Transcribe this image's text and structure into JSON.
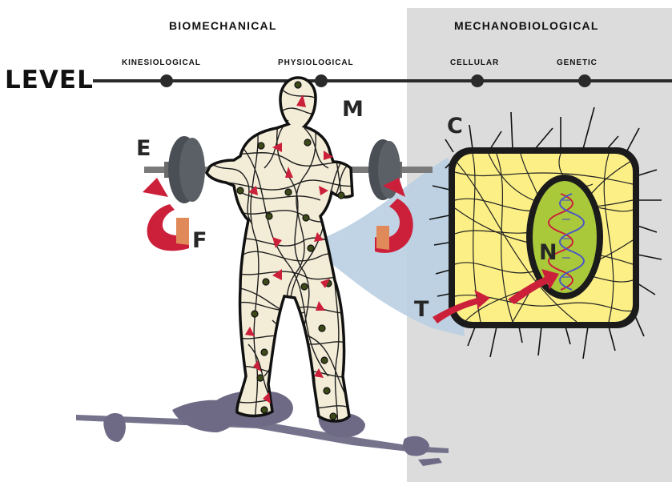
{
  "header": {
    "left_title": "BIOMECHANICAL",
    "right_title": "MECHANOBIOLOGICAL"
  },
  "axis": {
    "label": "LEVEL",
    "stops": [
      "KINESIOLOGICAL",
      "PHYSIOLOGICAL",
      "CELLULAR",
      "GENETIC"
    ]
  },
  "markers": {
    "M": "M",
    "C": "C",
    "E": "E",
    "F": "F",
    "N": "N",
    "T": "T"
  },
  "colors": {
    "background": "#ffffff",
    "mechanobiological_panel": "#dcdcdc",
    "axis_line": "#2a2a2a",
    "arrow_red": "#cc1f3a",
    "cell_fill": "#fbef86",
    "nucleus_fill": "#a9c93a",
    "beam_blue": "#b9cfe3",
    "shadow": "#6e6a86",
    "flesh_orange": "#e08a5a"
  }
}
